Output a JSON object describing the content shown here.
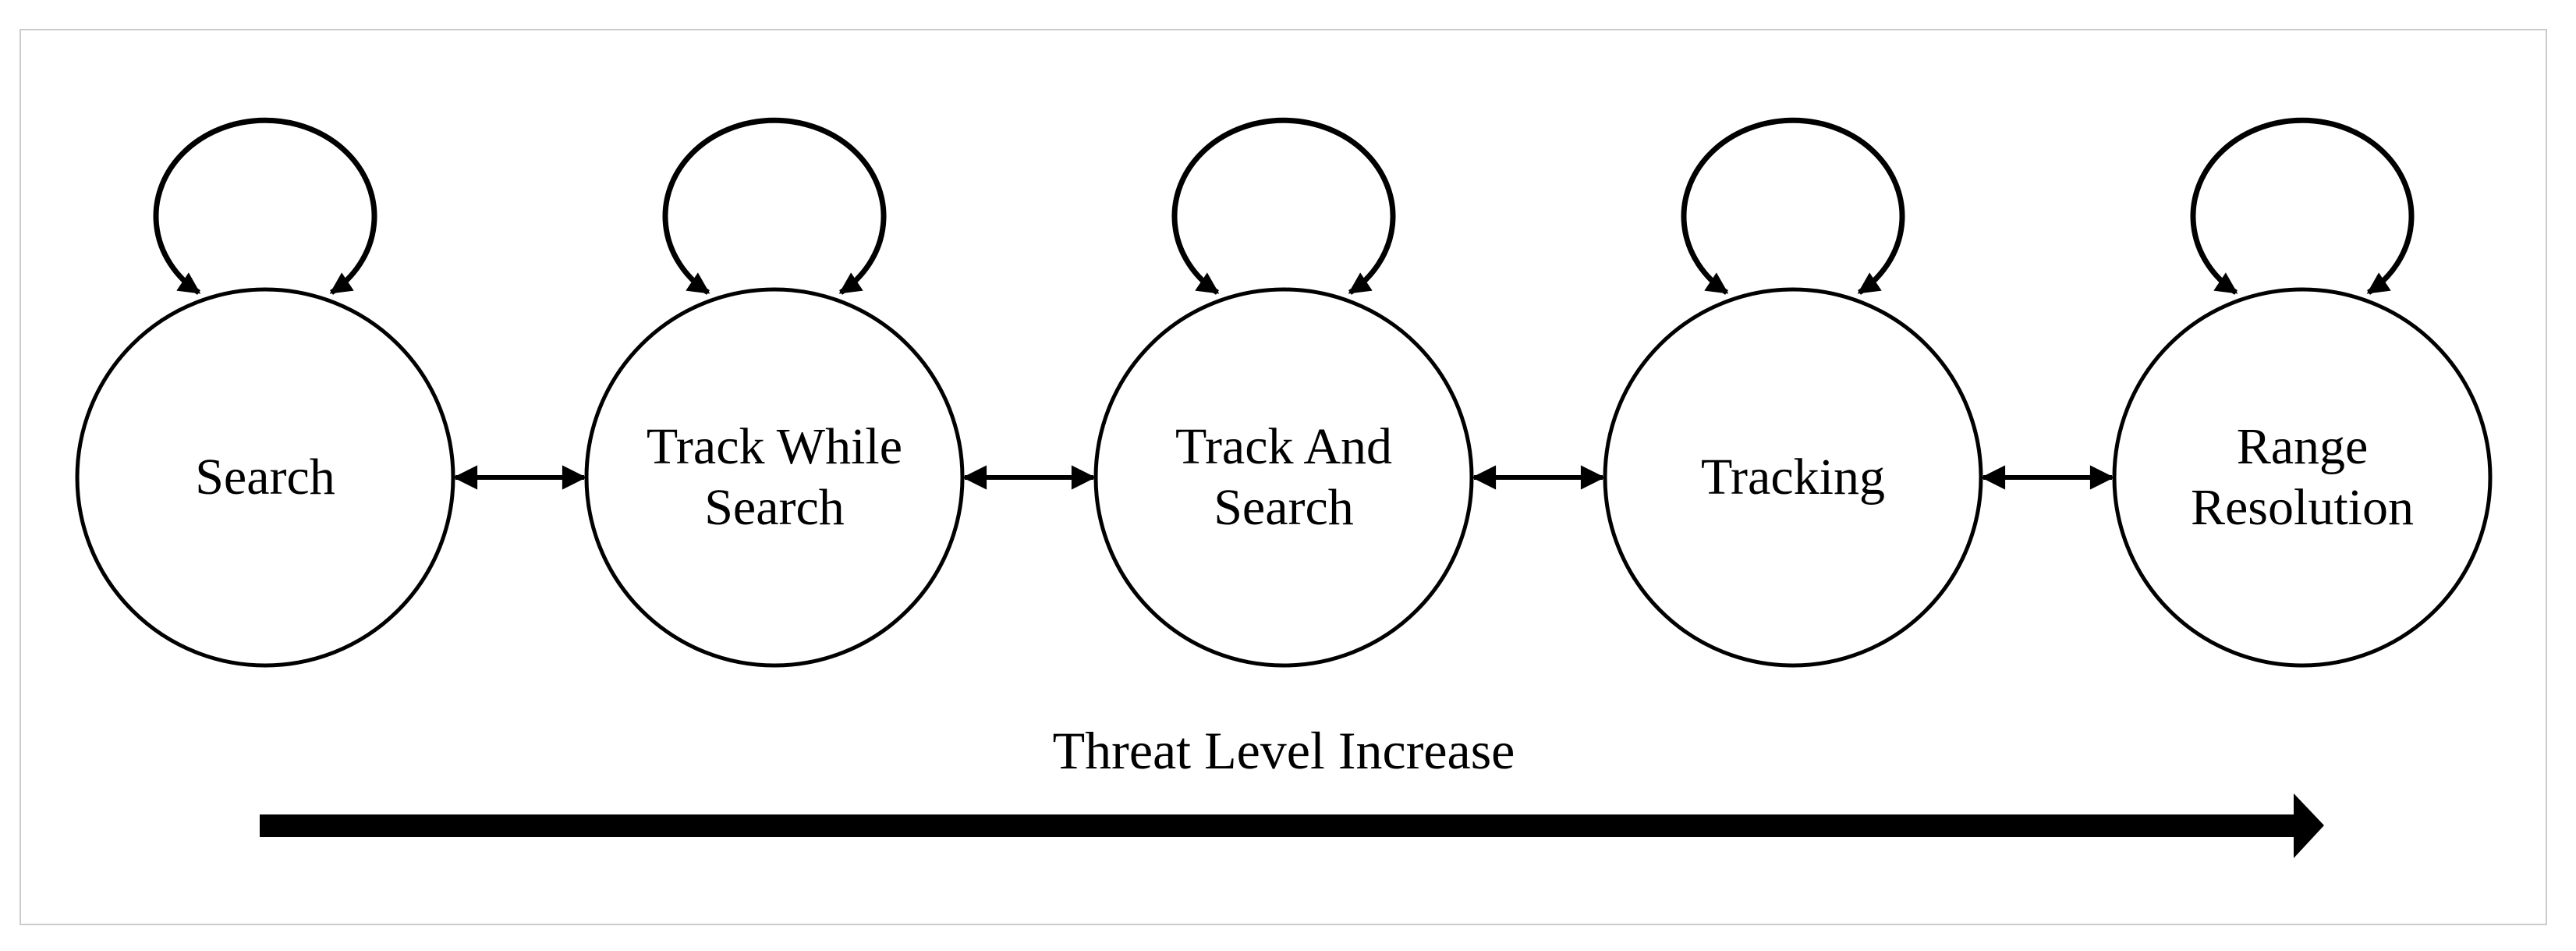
{
  "figure": {
    "states": [
      {
        "id": "search",
        "label": "Search"
      },
      {
        "id": "track-while-search",
        "label": "Track While Search"
      },
      {
        "id": "track-and-search",
        "label": "Track And Search"
      },
      {
        "id": "tracking",
        "label": "Tracking"
      },
      {
        "id": "range-resolution",
        "label": "Range Resolution"
      }
    ],
    "axis_label": "Threat Level Increase",
    "colors": {
      "ink": "#000000",
      "background": "#ffffff",
      "frame": "#cccccc"
    }
  }
}
